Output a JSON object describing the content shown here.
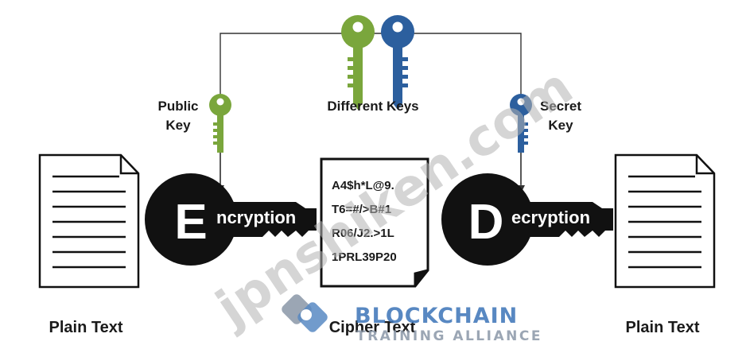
{
  "labels": {
    "public_key_line1": "Public",
    "public_key_line2": "Key",
    "different_keys": "Different Keys",
    "secret_key_line1": "Secret",
    "secret_key_line2": "Key",
    "encryption_initial": "E",
    "encryption_rest": "ncryption",
    "decryption_initial": "D",
    "decryption_rest": "ecryption",
    "plain_text_left": "Plain Text",
    "cipher_text": "Cipher Text",
    "plain_text_right": "Plain Text"
  },
  "cipher_lines": [
    "A4$h*L@9.",
    "T6=#/>B#1",
    "R06/J2.>1L",
    "1PRL39P20"
  ],
  "watermark": {
    "diagonal": "jpnshiken.com",
    "brand_line1": "BLOCKCHAIN",
    "brand_line2": "TRAINING ALLIANCE"
  },
  "colors": {
    "public_key": "#7aa63c",
    "secret_key": "#2c5f9e",
    "key_body": "#111111",
    "line": "#333333",
    "watermark_blue": "#3b74b8",
    "watermark_gray": "#8a97a8"
  },
  "icons": [
    "document-icon",
    "green-key-icon",
    "blue-key-icon",
    "encryption-key-icon",
    "decryption-key-icon",
    "cipher-document-icon"
  ]
}
